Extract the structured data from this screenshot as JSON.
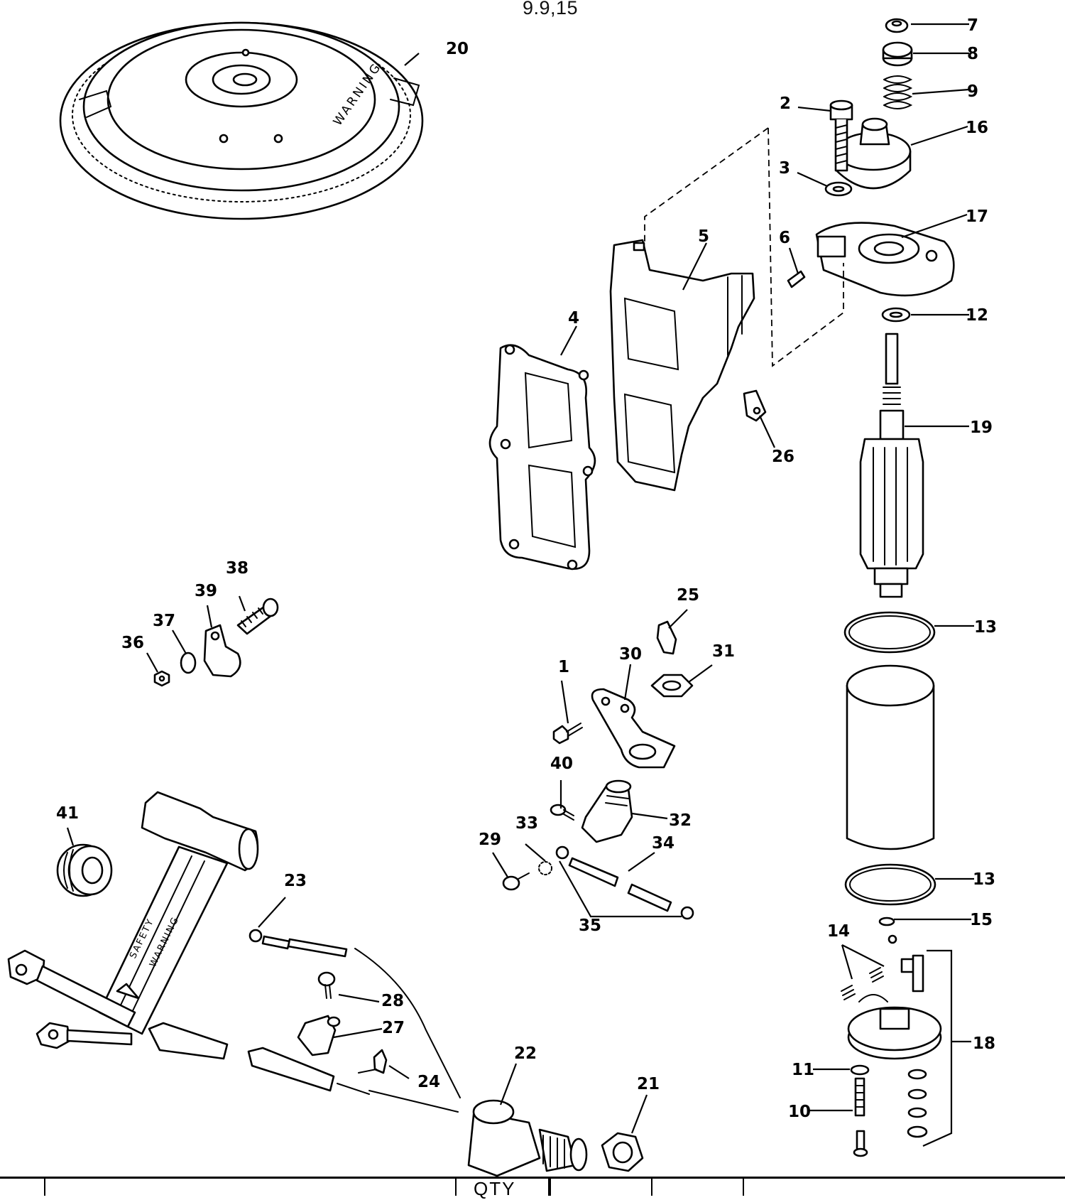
{
  "title": "9.9,15",
  "footer": {
    "qty_header": "QTY"
  },
  "parts": [
    {
      "id": "1"
    },
    {
      "id": "2"
    },
    {
      "id": "3"
    },
    {
      "id": "4"
    },
    {
      "id": "5"
    },
    {
      "id": "6"
    },
    {
      "id": "7"
    },
    {
      "id": "8"
    },
    {
      "id": "9"
    },
    {
      "id": "10"
    },
    {
      "id": "11"
    },
    {
      "id": "12"
    },
    {
      "id": "13"
    },
    {
      "id": "13"
    },
    {
      "id": "14"
    },
    {
      "id": "15"
    },
    {
      "id": "16"
    },
    {
      "id": "17"
    },
    {
      "id": "18"
    },
    {
      "id": "19"
    },
    {
      "id": "20"
    },
    {
      "id": "21"
    },
    {
      "id": "22"
    },
    {
      "id": "23"
    },
    {
      "id": "24"
    },
    {
      "id": "25"
    },
    {
      "id": "26"
    },
    {
      "id": "27"
    },
    {
      "id": "28"
    },
    {
      "id": "29"
    },
    {
      "id": "30"
    },
    {
      "id": "31"
    },
    {
      "id": "32"
    },
    {
      "id": "33"
    },
    {
      "id": "34"
    },
    {
      "id": "35"
    },
    {
      "id": "36"
    },
    {
      "id": "37"
    },
    {
      "id": "38"
    },
    {
      "id": "39"
    },
    {
      "id": "40"
    },
    {
      "id": "41"
    }
  ],
  "flywheel_text": "WARNING",
  "cable_text_1": "SAFETY",
  "cable_text_2": "WARNING"
}
